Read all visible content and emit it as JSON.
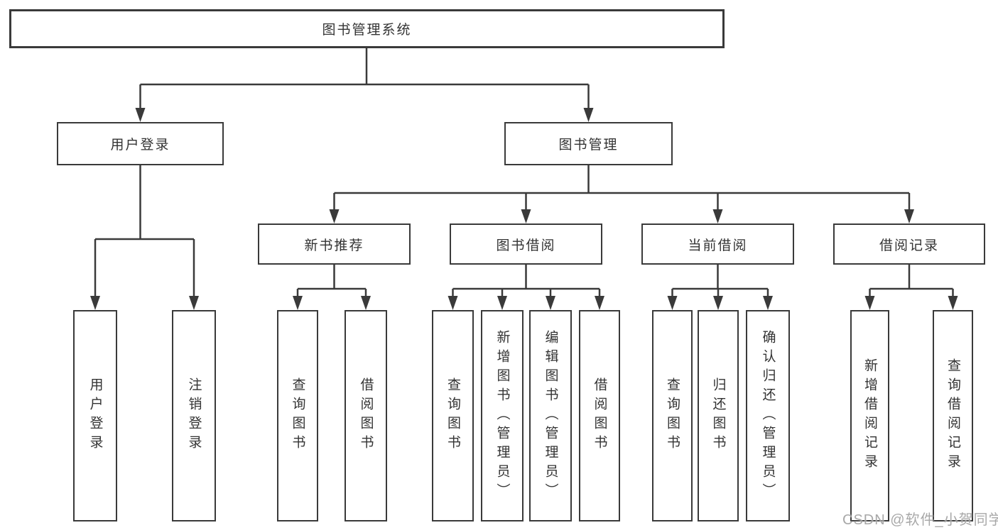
{
  "title": "图书管理系统",
  "branches": {
    "user_login": {
      "label": "用户登录",
      "children": [
        "用户登录",
        "注销登录"
      ]
    },
    "book_mgmt": {
      "label": "图书管理",
      "sections": {
        "new_book_rec": {
          "label": "新书推荐",
          "children": [
            "查询图书",
            "借阅图书"
          ]
        },
        "book_borrow": {
          "label": "图书借阅",
          "children": [
            "查询图书",
            "新增图书（管理员）",
            "编辑图书（管理员）",
            "借阅图书"
          ]
        },
        "current_borrow": {
          "label": "当前借阅",
          "children": [
            "查询图书",
            "归还图书",
            "确认归还（管理员）"
          ]
        },
        "borrow_records": {
          "label": "借阅记录",
          "children": [
            "新增借阅记录",
            "查询借阅记录"
          ]
        }
      }
    }
  },
  "watermark": "CSDN @软件_小贺同学",
  "colors": {
    "line": "#3a3a3a",
    "box_border": "#3a3a3a",
    "box_fill": "#ffffff",
    "text": "#333333",
    "watermark": "#9e9e9e",
    "background": "#ffffff"
  }
}
